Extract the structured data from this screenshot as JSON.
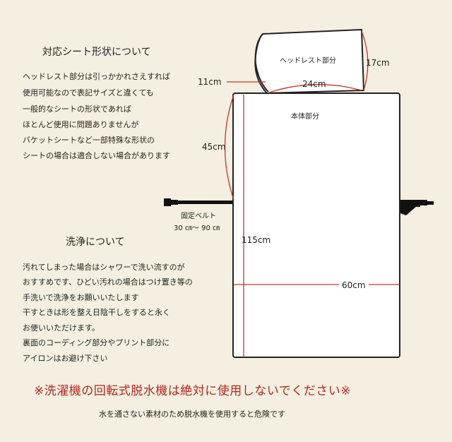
{
  "fit_section": {
    "title": "対応シート形状について",
    "lines": [
      "ヘッドレスト部分は引っかかれさえすれば",
      "使用可能なので表記サイズと違くても",
      "一般的なシートの形状であれば",
      "ほとんど使用に問題ありませんが",
      "バケットシートなど一部特殊な形状の",
      "シートの場合は適合しない場合があります"
    ]
  },
  "wash_section": {
    "title": "洗浄について",
    "lines": [
      "汚れてしまった場合はシャワーで洗い流すのが",
      "おすすめです、ひどい汚れの場合はつけ置き等の",
      "手洗いで洗浄をお願いいたします",
      "干すときは形を整え日陰干しをすると永く",
      "お使いいただけます。",
      "裏面のコーディング部分やプリント部分に",
      "アイロンはお避け下さい"
    ]
  },
  "diagram": {
    "headrest_label": "ヘッドレスト部分",
    "body_label": "本体部分",
    "dims": {
      "headrest_height": "17cm",
      "headrest_width": "24cm",
      "headrest_gap": "11cm",
      "upper_height": "45cm",
      "total_height": "115cm",
      "width": "60cm"
    },
    "belt_label": "固定ベルト",
    "belt_range": "30 ㎝～ 90 ㎝"
  },
  "warning": "※洗濯機の回転式脱水機は絶対に使用しないでください※",
  "warning_note": "水を通さない素材のため脱水機を使用すると危険です",
  "colors": {
    "background": "#f4efe1",
    "panel": "#ffffff",
    "outline": "#222222",
    "dimension_line": "#c0392b",
    "warning": "#b5281f"
  }
}
